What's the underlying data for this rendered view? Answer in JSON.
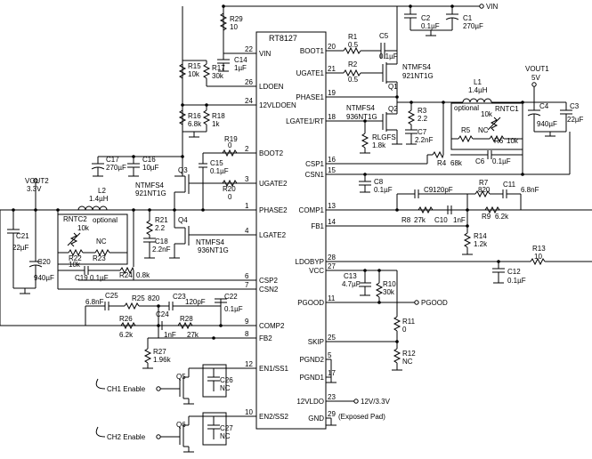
{
  "ic": {
    "name": "RT8127",
    "pins_left": [
      {
        "num": "22",
        "name": "VIN"
      },
      {
        "num": "26",
        "name": "LDOEN"
      },
      {
        "num": "24",
        "name": "12VLDOEN"
      },
      {
        "num": "2",
        "name": "BOOT2"
      },
      {
        "num": "3",
        "name": "UGATE2"
      },
      {
        "num": "1",
        "name": "PHASE2"
      },
      {
        "num": "4",
        "name": "LGATE2"
      },
      {
        "num": "6",
        "name": "CSP2"
      },
      {
        "num": "7",
        "name": "CSN2"
      },
      {
        "num": "9",
        "name": "COMP2"
      },
      {
        "num": "8",
        "name": "FB2"
      },
      {
        "num": "12",
        "name": "EN1/SS1"
      },
      {
        "num": "10",
        "name": "EN2/SS2"
      }
    ],
    "pins_right": [
      {
        "num": "20",
        "name": "BOOT1"
      },
      {
        "num": "21",
        "name": "UGATE1"
      },
      {
        "num": "19",
        "name": "PHASE1"
      },
      {
        "num": "18",
        "name": "LGATE1/RT"
      },
      {
        "num": "16",
        "name": "CSP1"
      },
      {
        "num": "15",
        "name": "CSN1"
      },
      {
        "num": "13",
        "name": "COMP1"
      },
      {
        "num": "14",
        "name": "FB1"
      },
      {
        "num": "28",
        "name": "LDOBYP"
      },
      {
        "num": "27",
        "name": "VCC"
      },
      {
        "num": "11",
        "name": "PGOOD"
      },
      {
        "num": "25",
        "name": "SKIP"
      },
      {
        "num": "5",
        "name": "PGND2"
      },
      {
        "num": "17",
        "name": "PGND1"
      },
      {
        "num": "23",
        "name": "12VLDO"
      },
      {
        "num": "29",
        "name": "GND"
      }
    ],
    "exposed_pad": "(Exposed Pad)"
  },
  "nets": {
    "vin": "VIN",
    "vout1": "VOUT1",
    "vout1_v": "5V",
    "vout2": "VOUT2",
    "vout2_v": "3.3V",
    "pgood": "PGOOD",
    "ldo": "12V/3.3V",
    "ch1_enable": "CH1 Enable",
    "ch2_enable": "CH2 Enable",
    "optional1": "optional",
    "optional2": "optional"
  },
  "components": {
    "R29": {
      "ref": "R29",
      "val": "10"
    },
    "C14": {
      "ref": "C14",
      "val": "1µF"
    },
    "R15": {
      "ref": "R15",
      "val": "10k"
    },
    "R17": {
      "ref": "R17",
      "val": "30k"
    },
    "R16": {
      "ref": "R16",
      "val": "6.8k"
    },
    "R18": {
      "ref": "R18",
      "val": "1k"
    },
    "C2": {
      "ref": "C2",
      "val": "0.1µF"
    },
    "C1": {
      "ref": "C1",
      "val": "270µF"
    },
    "R1": {
      "ref": "R1",
      "val": "0.5"
    },
    "C5": {
      "ref": "C5",
      "val": "0.1µF"
    },
    "R2": {
      "ref": "R2",
      "val": "0.5"
    },
    "Q1": {
      "ref": "Q1",
      "part": "NTMFS4",
      "part2": "921NT1G"
    },
    "L1": {
      "ref": "L1",
      "val": "1.4µH"
    },
    "C4": {
      "ref": "C4",
      "val": "940µF"
    },
    "C3": {
      "ref": "C3",
      "val": "22µF"
    },
    "Q2": {
      "ref": "Q2",
      "part": "NTMFS4",
      "part2": "936NT1G"
    },
    "R3": {
      "ref": "R3",
      "val": "2.2"
    },
    "C7": {
      "ref": "C7",
      "val": "2.2nF"
    },
    "RLGFS": {
      "ref": "RLGFS",
      "val": "1.8k"
    },
    "RNTC1": {
      "ref": "RNTC1",
      "val": "10k"
    },
    "R5": {
      "ref": "R5",
      "val": "NC"
    },
    "R6": {
      "ref": "R6",
      "val": "10k"
    },
    "R4": {
      "ref": "R4",
      "val": "68k"
    },
    "C6": {
      "ref": "C6",
      "val": "0.1µF"
    },
    "C8": {
      "ref": "C8",
      "val": "0.1µF"
    },
    "C9": {
      "ref": "C9",
      "val": "120pF"
    },
    "R7": {
      "ref": "R7",
      "val": "820"
    },
    "C11": {
      "ref": "C11",
      "val": "6.8nF"
    },
    "R8": {
      "ref": "R8",
      "val": "27k"
    },
    "C10": {
      "ref": "C10",
      "val": "1nF"
    },
    "R9": {
      "ref": "R9",
      "val": "6.2k"
    },
    "R14": {
      "ref": "R14",
      "val": "1.2k"
    },
    "R13": {
      "ref": "R13",
      "val": "10"
    },
    "C12": {
      "ref": "C12",
      "val": "0.1µF"
    },
    "C13": {
      "ref": "C13",
      "val": "4.7µF"
    },
    "R10": {
      "ref": "R10",
      "val": "30k"
    },
    "R11": {
      "ref": "R11",
      "val": "0"
    },
    "R12": {
      "ref": "R12",
      "val": "NC"
    },
    "R19": {
      "ref": "R19",
      "val": "0"
    },
    "C15": {
      "ref": "C15",
      "val": "0.1µF"
    },
    "R20": {
      "ref": "R20",
      "val": "0"
    },
    "C17": {
      "ref": "C17",
      "val": "270µF"
    },
    "C16": {
      "ref": "C16",
      "val": "10µF"
    },
    "Q3": {
      "ref": "Q3",
      "part": "NTMFS4",
      "part2": "921NT1G"
    },
    "L2": {
      "ref": "L2",
      "val": "1.4µH"
    },
    "RNTC2": {
      "ref": "RNTC2",
      "val": "10k"
    },
    "R22": {
      "ref": "R22",
      "val": "10k"
    },
    "R23": {
      "ref": "R23",
      "val": "NC"
    },
    "R21": {
      "ref": "R21",
      "val": "2.2"
    },
    "C18": {
      "ref": "C18",
      "val": "2.2nF"
    },
    "Q4": {
      "ref": "Q4",
      "part": "NTMFS4",
      "part2": "936NT1G"
    },
    "C21": {
      "ref": "C21",
      "val": "22µF"
    },
    "C20": {
      "ref": "C20",
      "val": "940µF"
    },
    "C19": {
      "ref": "C19",
      "val": "0.1µF"
    },
    "R24": {
      "ref": "R24",
      "val": "0.8k"
    },
    "C25": {
      "ref": "C25",
      "val": "6.8nF"
    },
    "R25": {
      "ref": "R25",
      "val": "820"
    },
    "C23": {
      "ref": "C23",
      "val": "120pF"
    },
    "C22": {
      "ref": "C22",
      "val": "0.1µF"
    },
    "R26": {
      "ref": "R26",
      "val": "6.2k"
    },
    "C24": {
      "ref": "C24",
      "val": "1nF"
    },
    "R28": {
      "ref": "R28",
      "val": "27k"
    },
    "R27": {
      "ref": "R27",
      "val": "1.96k"
    },
    "Q5": {
      "ref": "Q5"
    },
    "C26": {
      "ref": "C26",
      "val": "NC"
    },
    "Q6": {
      "ref": "Q6"
    },
    "C27": {
      "ref": "C27",
      "val": "NC"
    }
  }
}
